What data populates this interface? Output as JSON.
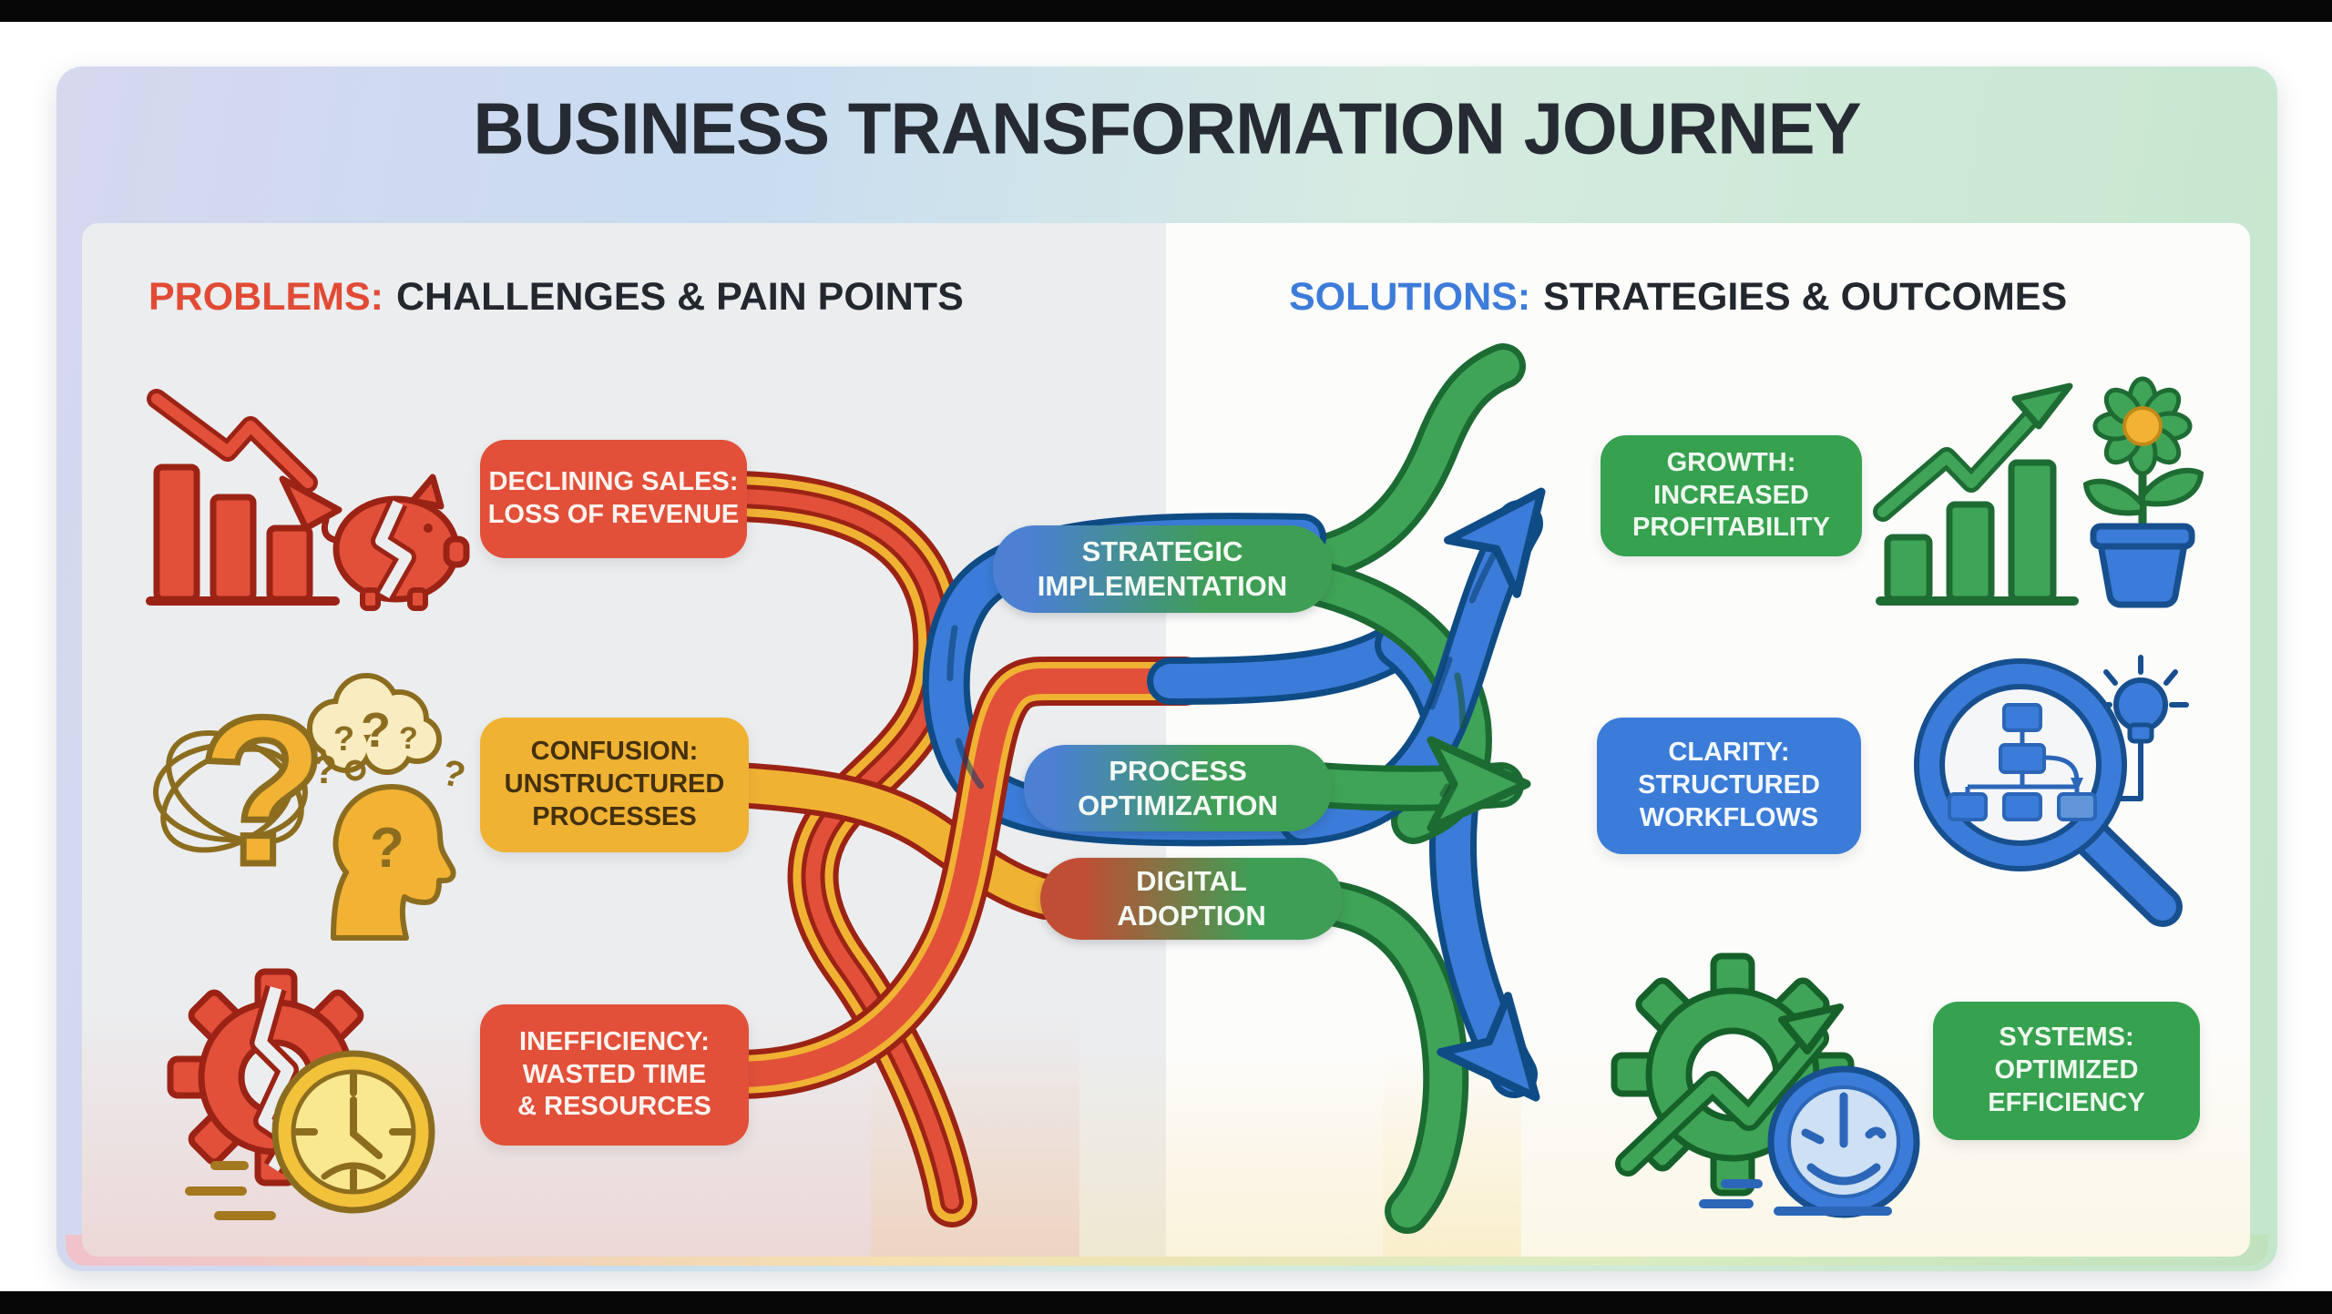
{
  "title": "BUSINESS TRANSFORMATION JOURNEY",
  "problems": {
    "heading_label": "PROBLEMS:",
    "heading_text": "CHALLENGES & PAIN POINTS",
    "items": [
      {
        "label": "DECLINING SALES:\nLOSS OF REVENUE",
        "icon": "declining-bar-chart-and-broken-piggy-bank"
      },
      {
        "label": "CONFUSION:\nUNSTRUCTURED\nPROCESSES",
        "icon": "tangled-question-mark-and-confused-head"
      },
      {
        "label": "INEFFICIENCY:\nWASTED TIME\n& RESOURCES",
        "icon": "broken-gear-and-clock"
      }
    ]
  },
  "solutions": {
    "heading_label": "SOLUTIONS:",
    "heading_text": "STRATEGIES & OUTCOMES",
    "items": [
      {
        "label": "GROWTH:\nINCREASED\nPROFITABILITY",
        "icon": "rising-bar-chart-and-flower-pot"
      },
      {
        "label": "CLARITY:\nSTRUCTURED\nWORKFLOWS",
        "icon": "magnifier-org-chart-and-lightbulb"
      },
      {
        "label": "SYSTEMS:\nOPTIMIZED\nEFFICIENCY",
        "icon": "gear-growth-arrow-and-smiley-clock"
      }
    ]
  },
  "flows": [
    {
      "label": "STRATEGIC\nIMPLEMENTATION"
    },
    {
      "label": "PROCESS\nOPTIMIZATION"
    },
    {
      "label": "DIGITAL\nADOPTION"
    }
  ],
  "colors": {
    "problem_red": "#E2503A",
    "problem_yellow": "#F0B233",
    "solution_green": "#36A14F",
    "solution_blue": "#3B7CD8",
    "ribbon_outline_maroon": "#9B2315",
    "ribbon_outline_navy": "#0F4C85",
    "ribbon_outline_dark_green": "#1C6B33",
    "heading_red": "#E14B35",
    "heading_blue": "#3D7CD9",
    "title_dark": "#262B33"
  }
}
